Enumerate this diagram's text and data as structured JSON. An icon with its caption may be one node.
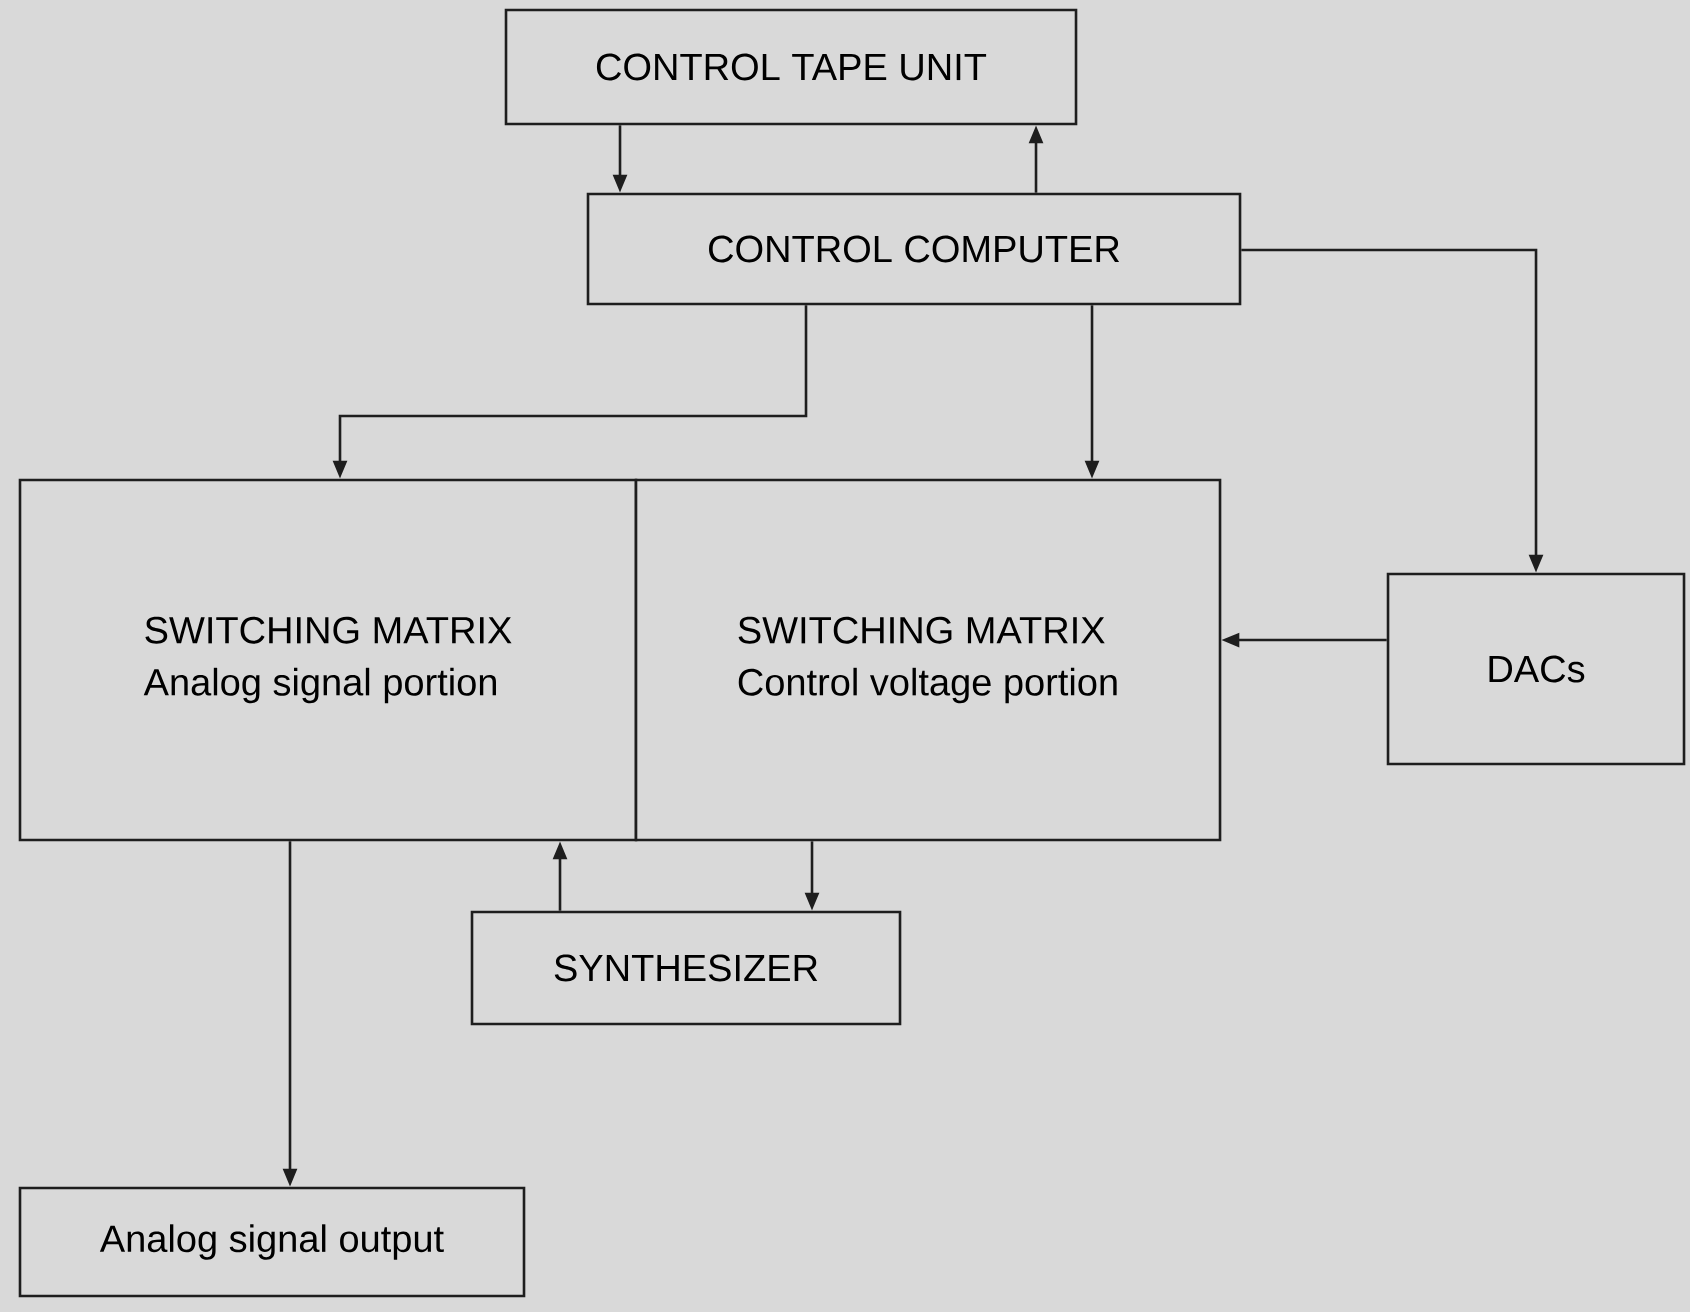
{
  "diagram": {
    "nodes": [
      {
        "text": [
          "CONTROL TAPE UNIT"
        ]
      },
      {
        "text": [
          "CONTROL COMPUTER"
        ]
      },
      {
        "text": [
          "SWITCHING MATRIX",
          "Analog signal portion"
        ]
      },
      {
        "text": [
          "SWITCHING MATRIX",
          "Control voltage portion"
        ]
      },
      {
        "text": [
          "DACs"
        ]
      },
      {
        "text": [
          "SYNTHESIZER"
        ]
      },
      {
        "text": [
          "Analog signal output"
        ]
      }
    ],
    "edges": [
      {
        "from": 0,
        "to": 1,
        "arrow": "to"
      },
      {
        "from": 1,
        "to": 0,
        "arrow": "to"
      },
      {
        "from": 1,
        "to": 2,
        "arrow": "to"
      },
      {
        "from": 1,
        "to": 3,
        "arrow": "to"
      },
      {
        "from": 1,
        "to": 4,
        "arrow": "to"
      },
      {
        "from": 4,
        "to": 3,
        "arrow": "to"
      },
      {
        "from": 5,
        "to": 2,
        "arrow": "to"
      },
      {
        "from": 3,
        "to": 5,
        "arrow": "to"
      },
      {
        "from": 2,
        "to": 6,
        "arrow": "to"
      }
    ]
  }
}
